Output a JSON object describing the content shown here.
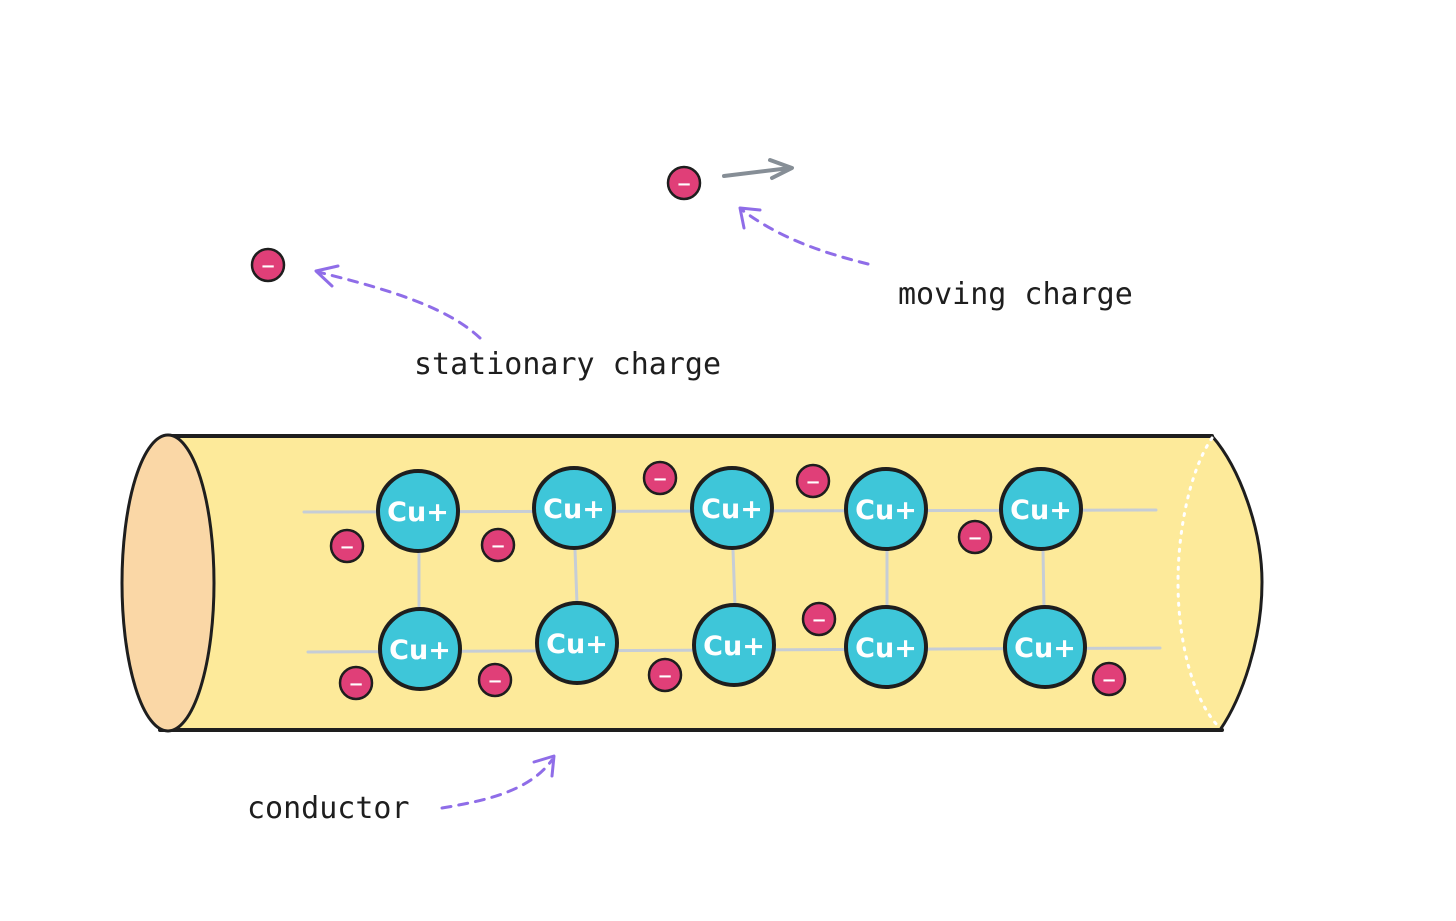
{
  "labels": {
    "stationary_charge": "stationary charge",
    "moving_charge": "moving charge",
    "conductor": "conductor"
  },
  "ion_label": "Cu+",
  "electron_label": "−",
  "colors": {
    "conductor_body": "#fdea9a",
    "conductor_end": "#fad7a6",
    "ion_fill": "#3ec6d9",
    "electron_fill": "#e03f78",
    "outline": "#1e1e1e",
    "lattice_line": "#c6cdd6",
    "annotation_arrow": "#8f6de8",
    "motion_arrow": "#868e96"
  },
  "lattice": {
    "rows": 2,
    "ions_per_row": 5
  }
}
